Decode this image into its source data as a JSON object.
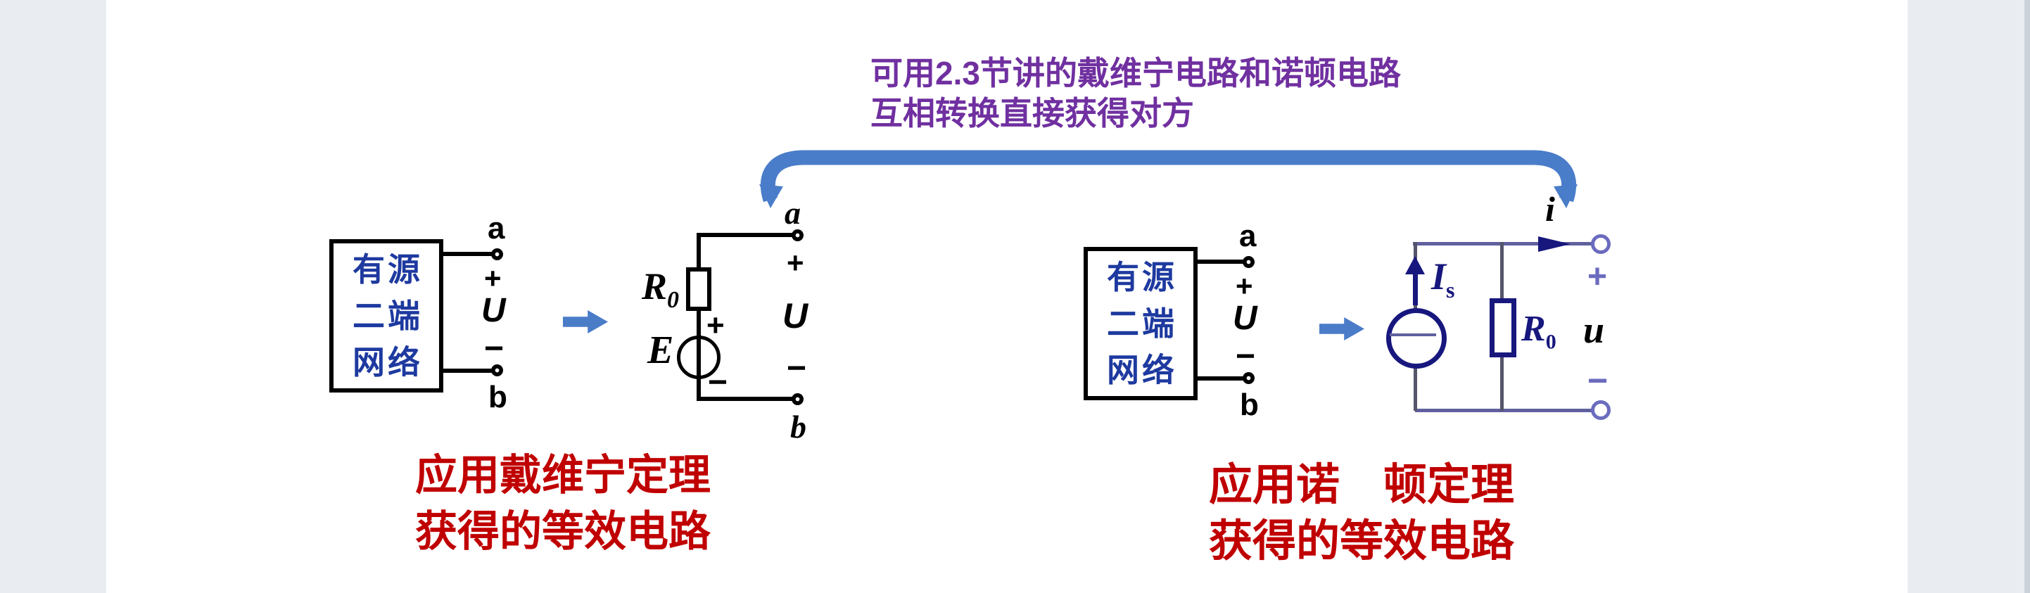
{
  "annotation": {
    "line1": "可用2.3节讲的戴维宁电路和诺顿电路",
    "line2": "互相转换直接获得对方",
    "color": "#7030a0"
  },
  "network_box": {
    "line1": "有源",
    "line2": "二端",
    "line3": "网络",
    "text_color": "#1e3aa0"
  },
  "port": {
    "a": "a",
    "b": "b",
    "plus": "+",
    "minus": "−",
    "u": "U"
  },
  "thevenin": {
    "resistor": "R",
    "resistor_sub": "0",
    "source": "E",
    "src_plus": "+",
    "src_minus": "−",
    "a": "a",
    "b": "b",
    "plus": "+",
    "minus": "−",
    "u": "U"
  },
  "norton": {
    "source": "I",
    "source_sub": "s",
    "resistor": "R",
    "resistor_sub": "0",
    "current": "i",
    "plus": "+",
    "minus": "−",
    "u": "u"
  },
  "captions": {
    "left_line1": "应用戴维宁定理",
    "left_line2": "获得的等效电路",
    "right_line1": "应用诺　顿定理",
    "right_line2": "获得的等效电路",
    "color": "#c00000"
  },
  "colors": {
    "accent_blue_arrow": "#4a7cc8",
    "circuit_navy": "#17177e",
    "circuit_slate": "#6b6bbf",
    "side_band": "#e9edf1"
  }
}
